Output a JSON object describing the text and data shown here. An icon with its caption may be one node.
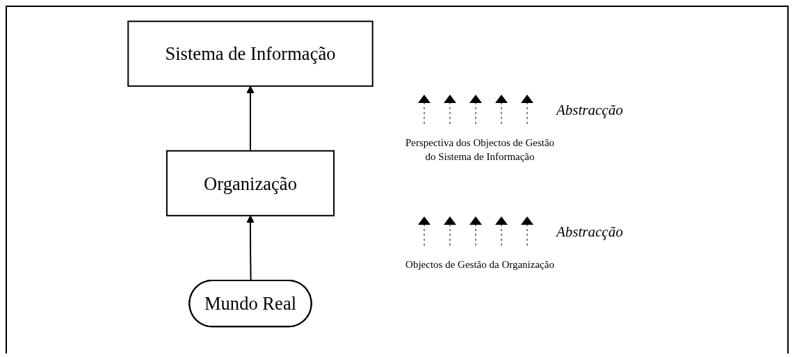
{
  "diagram": {
    "nodes": [
      {
        "text": [
          "Sistema de Informação"
        ]
      },
      {
        "text": [
          "Organização"
        ]
      },
      {
        "text": [
          "Mundo Real"
        ]
      }
    ],
    "edges": [
      {
        "from": 1,
        "to": 0,
        "arrow": "to"
      },
      {
        "from": 2,
        "to": 1,
        "arrow": "to"
      }
    ],
    "labels": [
      "Abstracção",
      "Perspectiva dos Objectos de Gestão do Sistema de Informação",
      "Abstracção",
      "Objectos de Gestão da Organização"
    ]
  }
}
